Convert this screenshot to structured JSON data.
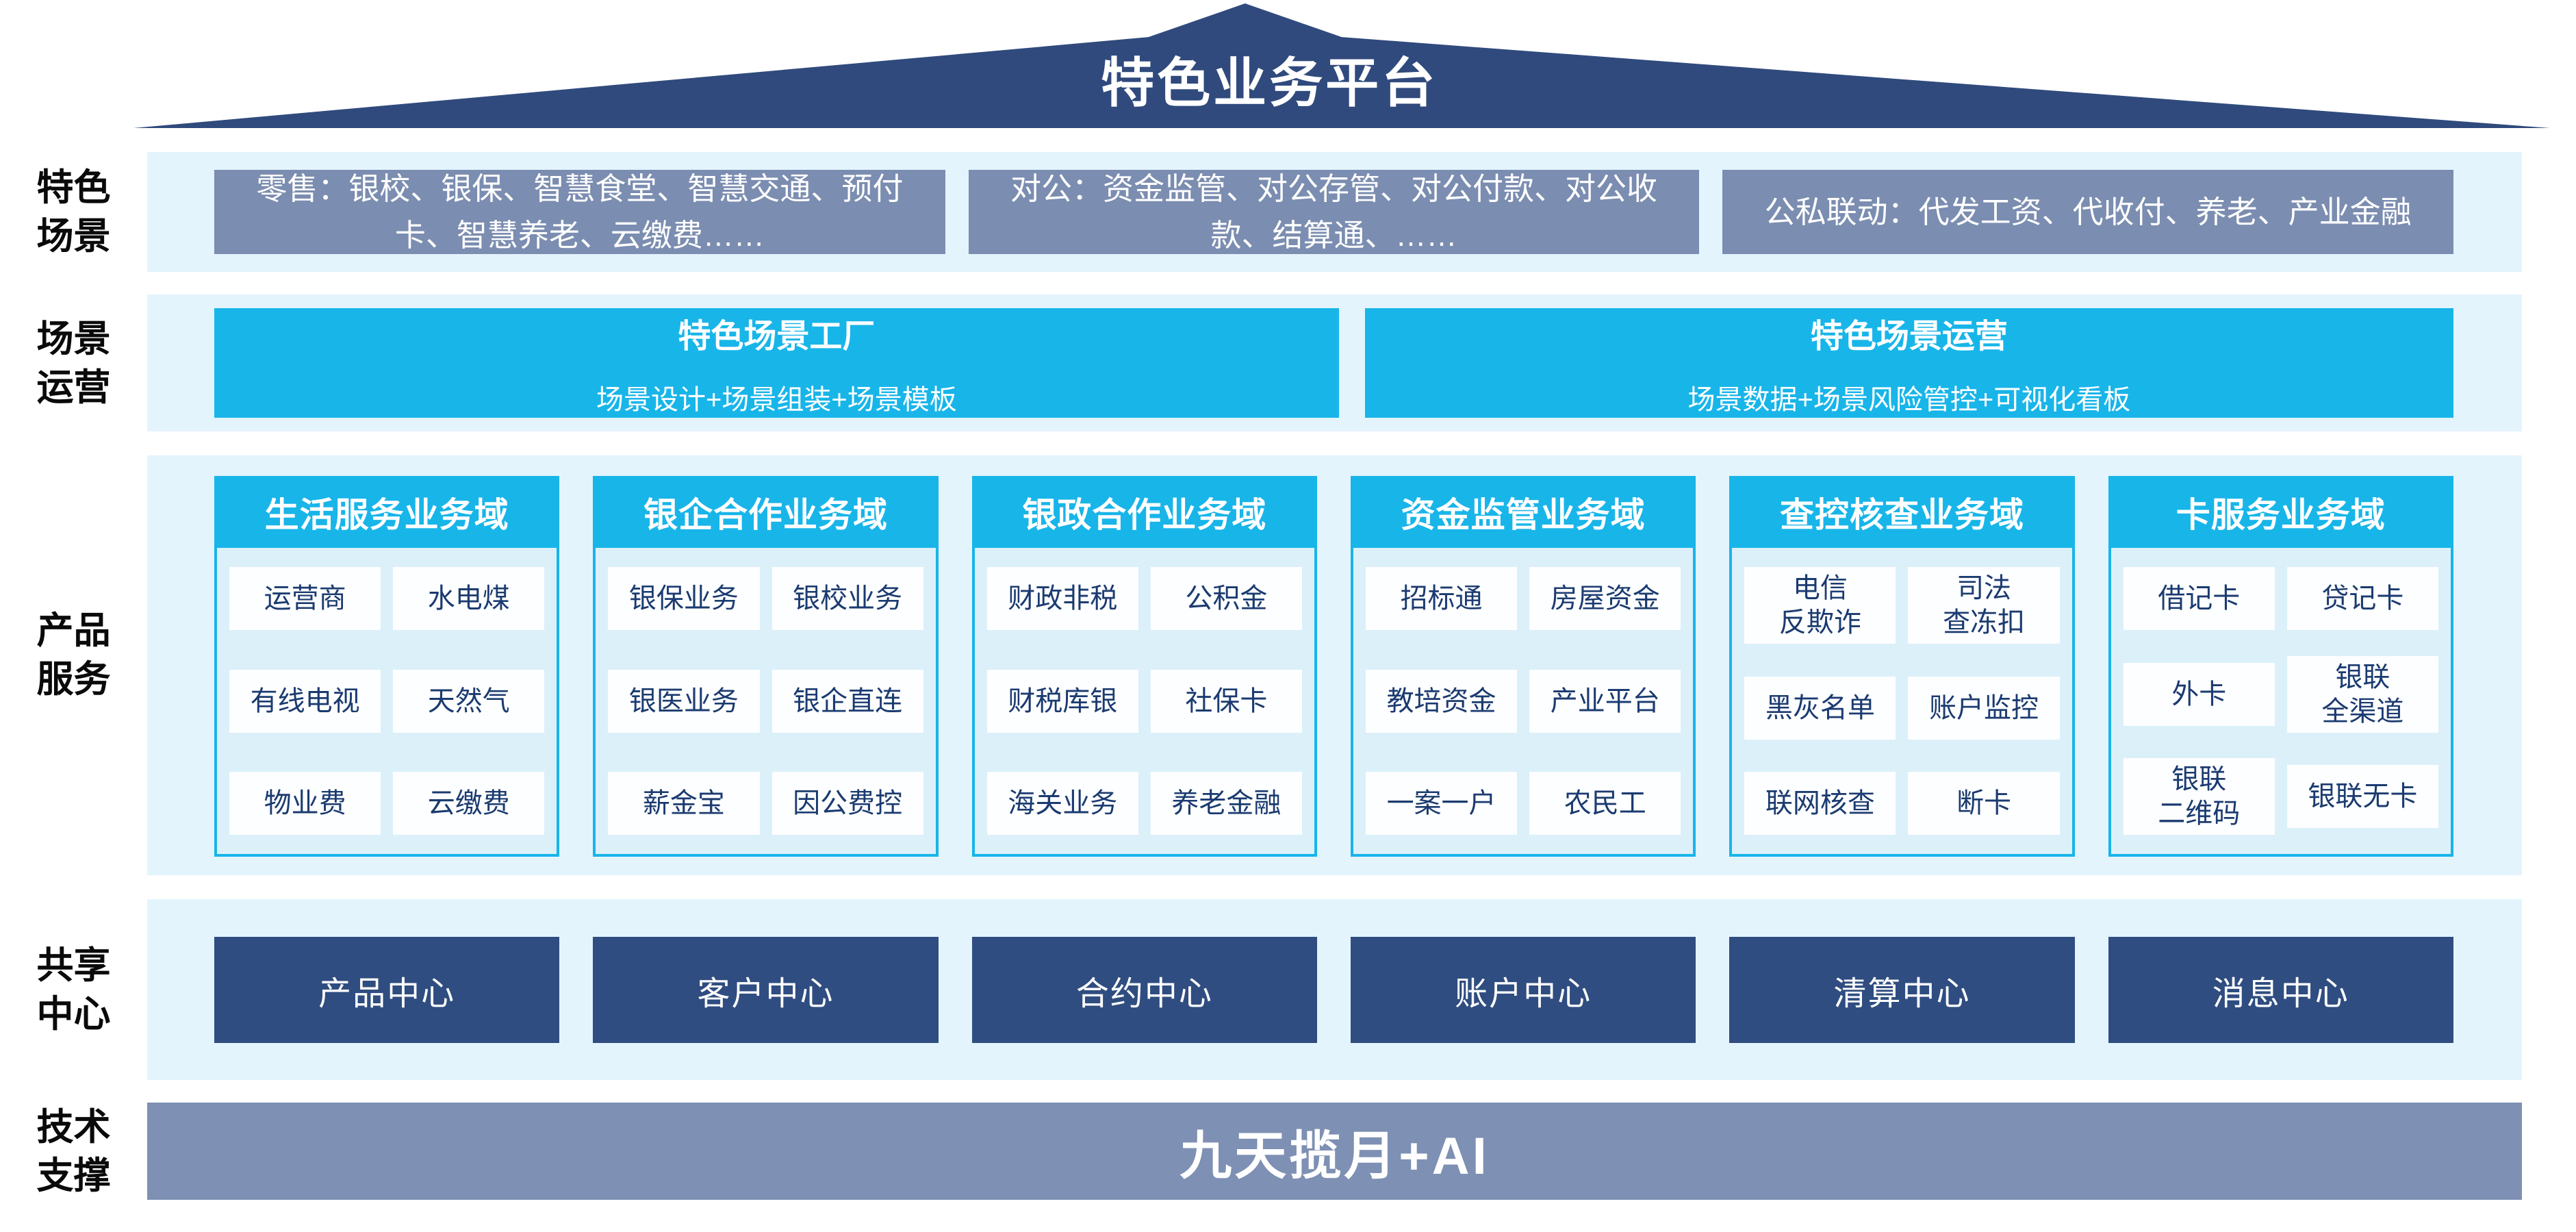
{
  "roof": {
    "title": "特色业务平台"
  },
  "side_labels": [
    {
      "label": "特色\n场景"
    },
    {
      "label": "场景\n运营"
    },
    {
      "label": "产品\n服务"
    },
    {
      "label": "共享\n中心"
    },
    {
      "label": "技术\n支撑"
    }
  ],
  "scene_boxes": [
    {
      "text": "零售：银校、银保、智慧食堂、智慧交通、预付卡、智慧养老、云缴费……"
    },
    {
      "text": "对公：资金监管、对公存管、对公付款、对公收款、结算通、……"
    },
    {
      "text": "公私联动：代发工资、代收付、养老、产业金融"
    }
  ],
  "operation_boxes": [
    {
      "title": "特色场景工厂",
      "subtitle": "场景设计+场景组装+场景模板"
    },
    {
      "title": "特色场景运营",
      "subtitle": "场景数据+场景风险管控+可视化看板"
    }
  ],
  "product_domains": [
    {
      "header": "生活服务业务域",
      "items": [
        "运营商",
        "水电煤",
        "有线电视",
        "天然气",
        "物业费",
        "云缴费"
      ]
    },
    {
      "header": "银企合作业务域",
      "items": [
        "银保业务",
        "银校业务",
        "银医业务",
        "银企直连",
        "薪金宝",
        "因公费控"
      ]
    },
    {
      "header": "银政合作业务域",
      "items": [
        "财政非税",
        "公积金",
        "财税库银",
        "社保卡",
        "海关业务",
        "养老金融"
      ]
    },
    {
      "header": "资金监管业务域",
      "items": [
        "招标通",
        "房屋资金",
        "教培资金",
        "产业平台",
        "一案一户",
        "农民工"
      ]
    },
    {
      "header": "查控核查业务域",
      "items": [
        "电信\n反欺诈",
        "司法\n查冻扣",
        "黑灰名单",
        "账户监控",
        "联网核查",
        "断卡"
      ]
    },
    {
      "header": "卡服务业务域",
      "items": [
        "借记卡",
        "贷记卡",
        "外卡",
        "银联\n全渠道",
        "银联\n二维码",
        "银联无卡"
      ]
    }
  ],
  "shared_centers": [
    {
      "label": "产品中心"
    },
    {
      "label": "客户中心"
    },
    {
      "label": "合约中心"
    },
    {
      "label": "账户中心"
    },
    {
      "label": "清算中心"
    },
    {
      "label": "消息中心"
    }
  ],
  "tech_support": {
    "label": "九天揽月+AI"
  },
  "colors": {
    "roof_navy": "#304a7d",
    "band_light_blue": "#e3f4fd",
    "scene_gray_blue": "#7b8db0",
    "accent_cyan": "#18b5e9",
    "column_body_blue": "#dcf0fa",
    "cell_text_navy": "#1b3b70",
    "center_navy": "#2f4d80",
    "tech_bar_gray_blue": "#7e90b3"
  }
}
